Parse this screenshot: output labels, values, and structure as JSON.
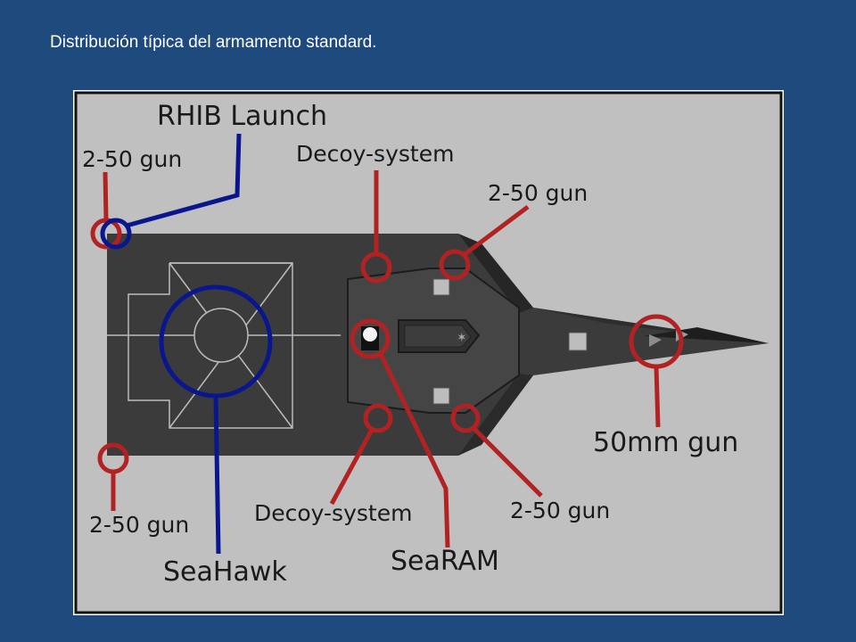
{
  "slide": {
    "title": "Distribución típica del armamento standard."
  },
  "diagram": {
    "labels": {
      "rhib_launch": "RHIB Launch",
      "gun_top_left": "2-50 gun",
      "decoy_top": "Decoy-system",
      "gun_top_right": "2-50 gun",
      "gun_50mm": "50mm gun",
      "gun_bottom_left": "2-50 gun",
      "seahawk": "SeaHawk",
      "decoy_bottom": "Decoy-system",
      "searam": "SeaRAM",
      "gun_bottom_right": "2-50 gun"
    },
    "colors": {
      "background": "#1f4a7e",
      "panel": "#c0c0c0",
      "hull": "#3b3b3b",
      "callout_red": "#b22222",
      "callout_blue": "#0a168e"
    }
  }
}
